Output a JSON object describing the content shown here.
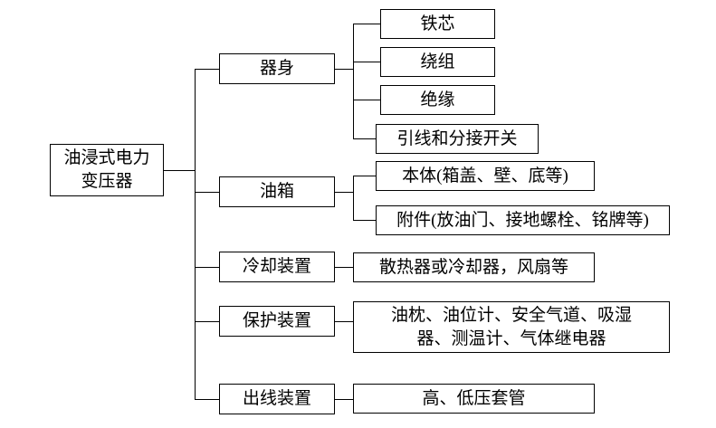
{
  "root": {
    "label": "油浸式电力变压器",
    "line1": "油浸式电力",
    "line2": "变压器"
  },
  "branches": [
    {
      "label": "器身",
      "children": [
        {
          "label": "铁芯"
        },
        {
          "label": "绕组"
        },
        {
          "label": "绝缘"
        },
        {
          "label": "引线和分接开关"
        }
      ]
    },
    {
      "label": "油箱",
      "children": [
        {
          "label": "本体(箱盖、壁、底等)"
        },
        {
          "label": "附件(放油门、接地螺栓、铭牌等)"
        }
      ]
    },
    {
      "label": "冷却装置",
      "children": [
        {
          "label": "散热器或冷却器，风扇等"
        }
      ]
    },
    {
      "label": "保护装置",
      "children": [
        {
          "label": "油枕、油位计、安全气道、吸湿器、测温计、气体继电器",
          "line1": "油枕、油位计、安全气道、吸湿",
          "line2": "器、测温计、气体继电器"
        }
      ]
    },
    {
      "label": "出线装置",
      "children": [
        {
          "label": "高、低压套管"
        }
      ]
    }
  ]
}
